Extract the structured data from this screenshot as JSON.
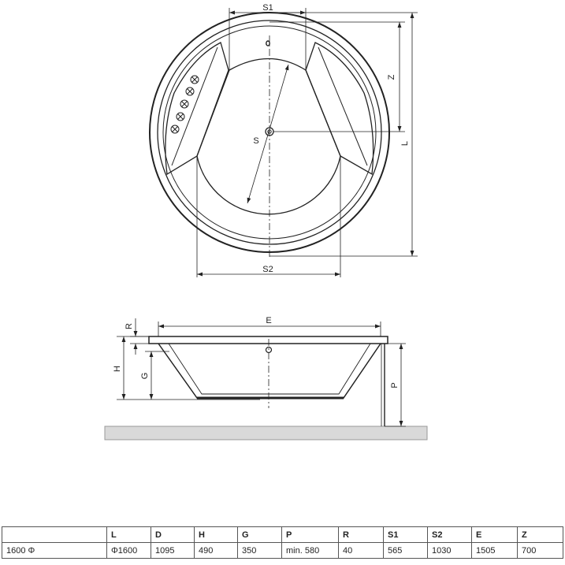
{
  "top_view": {
    "labels": {
      "s1": "S1",
      "s2": "S2",
      "s": "S",
      "z": "Z",
      "l": "L"
    }
  },
  "side_view": {
    "labels": {
      "e": "E",
      "r": "R",
      "h": "H",
      "g": "G",
      "p": "P"
    }
  },
  "spec_table": {
    "headers": [
      "",
      "L",
      "D",
      "H",
      "G",
      "P",
      "R",
      "S1",
      "S2",
      "E",
      "Z"
    ],
    "rows": [
      [
        "1600 Φ",
        "Φ1600",
        "1095",
        "490",
        "350",
        "min. 580",
        "40",
        "565",
        "1030",
        "1505",
        "700"
      ]
    ]
  }
}
